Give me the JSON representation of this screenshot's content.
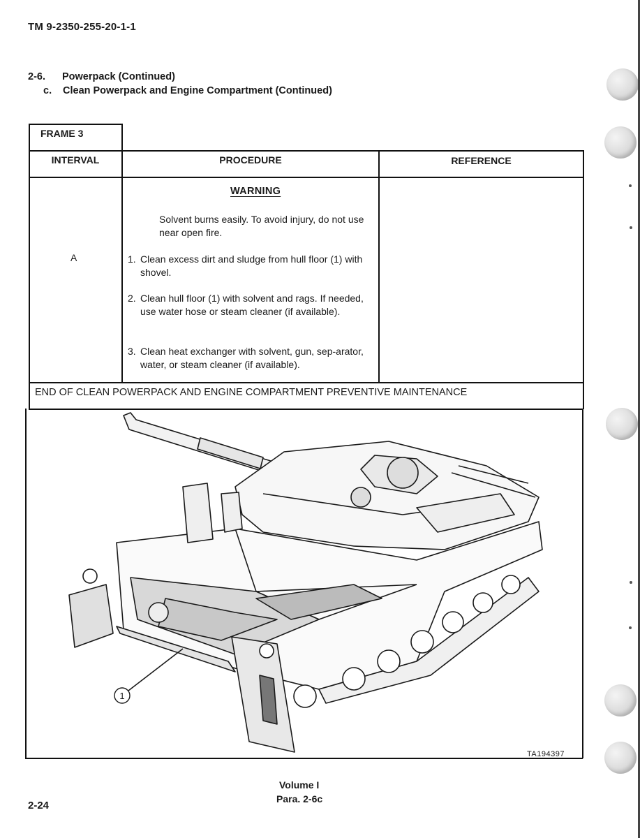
{
  "header": {
    "doc_id": "TM 9-2350-255-20-1-1"
  },
  "section": {
    "number": "2-6.",
    "title": "Powerpack (Continued)",
    "sub_letter": "c.",
    "sub_title": "Clean Powerpack and Engine Compartment (Continued)"
  },
  "table": {
    "frame_label": "FRAME 3",
    "col_interval": "INTERVAL",
    "col_procedure": "PROCEDURE",
    "col_reference": "REFERENCE",
    "interval_value": "A",
    "warning_title": "WARNING",
    "warning_text": "Solvent burns easily.  To avoid injury, do not use near open fire.",
    "steps": [
      {
        "n": "1.",
        "text": "Clean excess dirt and sludge from hull floor (1) with shovel."
      },
      {
        "n": "2.",
        "text": "Clean hull floor (1) with solvent and rags.  If needed, use water hose or steam cleaner (if available)."
      },
      {
        "n": "3.",
        "text": "Clean heat exchanger with solvent, gun, sep-arator, water, or steam cleaner (if available)."
      }
    ],
    "end_text": "END OF CLEAN POWERPACK AND ENGINE COMPARTMENT PREVENTIVE MAINTENANCE"
  },
  "figure": {
    "callout": "1",
    "id": "TA194397"
  },
  "footer": {
    "volume": "Volume I",
    "para": "Para. 2-6c",
    "page_number": "2-24"
  }
}
